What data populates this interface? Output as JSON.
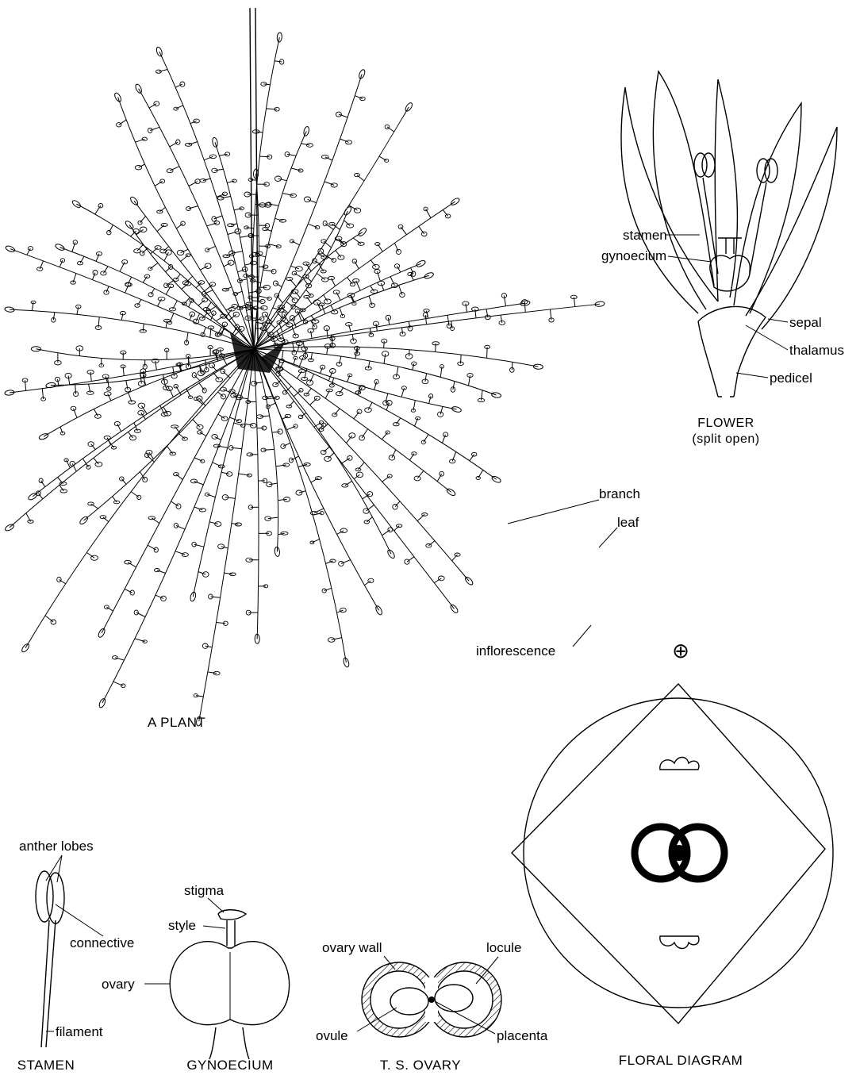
{
  "plant": {
    "caption": "A PLANT",
    "labels": {
      "branch": "branch",
      "leaf": "leaf",
      "inflorescence": "inflorescence"
    }
  },
  "flower": {
    "caption_line1": "FLOWER",
    "caption_line2": "(split open)",
    "labels": {
      "stamen": "stamen",
      "gynoecium": "gynoecium",
      "sepal": "sepal",
      "thalamus": "thalamus",
      "pedicel": "pedicel"
    }
  },
  "stamen_detail": {
    "caption": "STAMEN",
    "labels": {
      "anther_lobes": "anther lobes",
      "connective": "connective",
      "filament": "filament"
    }
  },
  "gynoecium_detail": {
    "caption": "GYNOECIUM",
    "labels": {
      "stigma": "stigma",
      "style": "style",
      "ovary": "ovary"
    }
  },
  "ovary_ts": {
    "caption": "T. S. OVARY",
    "labels": {
      "ovary_wall": "ovary wall",
      "locule": "locule",
      "ovule": "ovule",
      "placenta": "placenta"
    }
  },
  "floral_diagram": {
    "caption": "FLORAL DIAGRAM",
    "symbol": "⊕"
  }
}
